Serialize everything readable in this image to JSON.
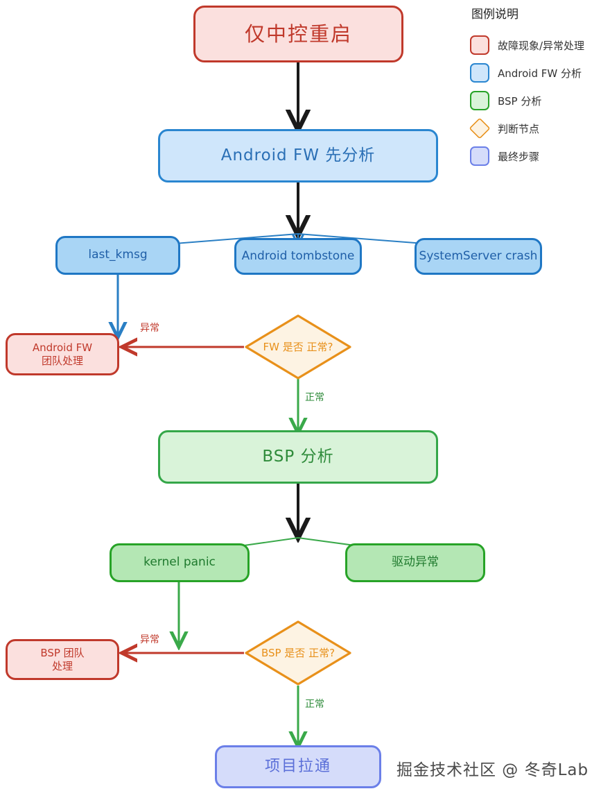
{
  "diagram": {
    "type": "flowchart",
    "title_node": {
      "label": "仅中控重启"
    },
    "nodes": [
      {
        "id": "root",
        "label": "仅中控重启",
        "category": "fault"
      },
      {
        "id": "fw_analyze",
        "label": "Android FW 先分析",
        "category": "android-fw"
      },
      {
        "id": "last_kmsg",
        "label": "last_kmsg",
        "category": "android-fw"
      },
      {
        "id": "tombstone",
        "label": "Android tombstone",
        "category": "android-fw"
      },
      {
        "id": "ss_crash",
        "label": "SystemServer crash",
        "category": "android-fw"
      },
      {
        "id": "fw_team",
        "label": "Android FW\n团队处理",
        "category": "fault"
      },
      {
        "id": "fw_decision",
        "label": "FW 是否\n正常?",
        "category": "decision"
      },
      {
        "id": "bsp_analyze",
        "label": "BSP 分析",
        "category": "bsp"
      },
      {
        "id": "kernel_panic",
        "label": "kernel panic",
        "category": "bsp"
      },
      {
        "id": "driver_err",
        "label": "驱动异常",
        "category": "bsp"
      },
      {
        "id": "bsp_team",
        "label": "BSP 团队\n处理",
        "category": "fault"
      },
      {
        "id": "bsp_decision",
        "label": "BSP 是否\n正常?",
        "category": "decision"
      },
      {
        "id": "final",
        "label": "项目拉通",
        "category": "final"
      }
    ],
    "node_text": {
      "root": "仅中控重启",
      "fw_analyze": "Android FW 先分析",
      "last_kmsg": "last_kmsg",
      "tombstone": "Android tombstone",
      "ss_crash": "SystemServer crash",
      "fw_team_line1": "Android FW",
      "fw_team_line2": "团队处理",
      "fw_decision_line1": "FW 是否",
      "fw_decision_line2": "正常?",
      "bsp_analyze": "BSP 分析",
      "kernel_panic": "kernel panic",
      "driver_err": "驱动异常",
      "bsp_team_line1": "BSP 团队",
      "bsp_team_line2": "处理",
      "bsp_decision_line1": "BSP 是否",
      "bsp_decision_line2": "正常?",
      "final": "项目拉通"
    },
    "edge_labels": {
      "fw_abnormal": "异常",
      "fw_normal": "正常",
      "bsp_abnormal": "异常",
      "bsp_normal": "正常"
    },
    "colors": {
      "fault_fill": "#fbe0de",
      "fault_stroke": "#c0392b",
      "android_fw_fill": "#a9d5f5",
      "android_fw_stroke": "#1f77c4",
      "bsp_fill": "#b4e7b4",
      "bsp_stroke": "#27a327",
      "decision_fill": "#fdf3e3",
      "decision_stroke": "#e8901a",
      "final_fill": "#d5dcfa",
      "final_stroke": "#6b7fe8",
      "flow_arrow": "#1a1a1a"
    }
  },
  "legend": {
    "title": "图例说明",
    "items": [
      {
        "label": "故障现象/异常处理",
        "swatch": "red-rounded-rect",
        "color": "#c0392b"
      },
      {
        "label": "Android FW 分析",
        "swatch": "blue-rounded-rect",
        "color": "#2a86d0"
      },
      {
        "label": "BSP 分析",
        "swatch": "green-rounded-rect",
        "color": "#27a327"
      },
      {
        "label": "判断节点",
        "swatch": "orange-diamond",
        "color": "#e8901a"
      },
      {
        "label": "最终步骤",
        "swatch": "purple-rounded-rect",
        "color": "#6b7fe8"
      }
    ]
  },
  "watermark": {
    "text": "掘金技术社区 @ 冬奇Lab"
  }
}
